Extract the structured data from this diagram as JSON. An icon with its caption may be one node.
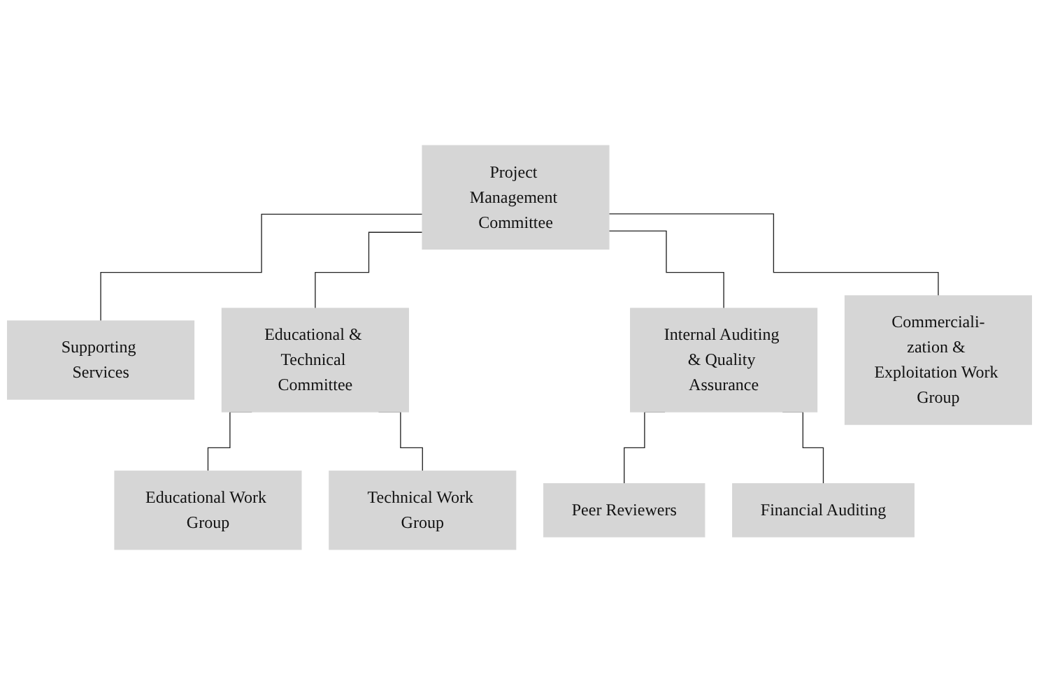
{
  "diagram": {
    "nodes": [
      {
        "text": [
          "Project Management Committee"
        ]
      },
      {
        "text": [
          "Supporting Services"
        ]
      },
      {
        "text": [
          "Educational & Technical Committee"
        ]
      },
      {
        "text": [
          "Internal Auditing & Quality Assurance"
        ]
      },
      {
        "text": [
          "Commerciali-zation & Exploitation Work Group"
        ]
      },
      {
        "text": [
          "Educational Work Group"
        ]
      },
      {
        "text": [
          "Technical Work Group"
        ]
      },
      {
        "text": [
          "Peer Reviewers"
        ]
      },
      {
        "text": [
          "Financial Auditing"
        ]
      }
    ],
    "edges": [
      {
        "from": 0,
        "to": 1,
        "arrow": "none"
      },
      {
        "from": 0,
        "to": 2,
        "arrow": "none"
      },
      {
        "from": 0,
        "to": 3,
        "arrow": "none"
      },
      {
        "from": 0,
        "to": 4,
        "arrow": "none"
      },
      {
        "from": 2,
        "to": 5,
        "arrow": "none"
      },
      {
        "from": 2,
        "to": 6,
        "arrow": "none"
      },
      {
        "from": 3,
        "to": 7,
        "arrow": "none"
      },
      {
        "from": 3,
        "to": 8,
        "arrow": "none"
      }
    ]
  }
}
